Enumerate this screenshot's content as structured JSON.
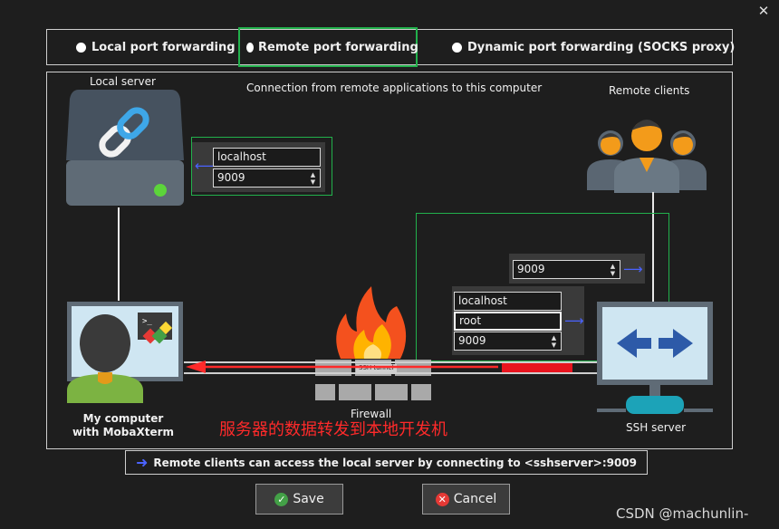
{
  "window": {
    "close_glyph": "✕"
  },
  "modes": [
    {
      "label": "Local port forwarding",
      "selected": false
    },
    {
      "label": "Remote port forwarding",
      "selected": true
    },
    {
      "label": "Dynamic port forwarding (SOCKS proxy)",
      "selected": false
    }
  ],
  "diagram": {
    "local_server_label": "Local server",
    "connection_caption": "Connection from remote applications to this computer",
    "remote_clients_label": "Remote clients",
    "my_computer_label_line1": "My computer",
    "my_computer_label_line2": "with MobaXterm",
    "firewall_label": "Firewall",
    "ssh_tunnel_label": "SSH tunnel",
    "ssh_server_label": "SSH server",
    "forward_host_value": "localhost",
    "forward_port_value": "9009",
    "remote_port_value": "9009",
    "ssh_host_value": "localhost",
    "ssh_user_value": "root",
    "ssh_port_value": "9009"
  },
  "annotation": {
    "text": "服务器的数据转发到本地开发机",
    "color": "#ff2a2a"
  },
  "info_text": "Remote clients can access the local server by connecting to <sshserver>:9009",
  "buttons": {
    "save": "Save",
    "cancel": "Cancel"
  },
  "watermark": "CSDN @machunlin-",
  "colors": {
    "accent_green": "#22b14c",
    "arrow_blue": "#4a63ff",
    "tunnel_red": "#e8141e"
  },
  "icons": {
    "server": "link-chain-icon",
    "clients": "users-group-icon",
    "computer": "user-at-computer-icon",
    "firewall": "fire-wall-icon",
    "ssh_server": "double-arrow-monitor-icon"
  }
}
